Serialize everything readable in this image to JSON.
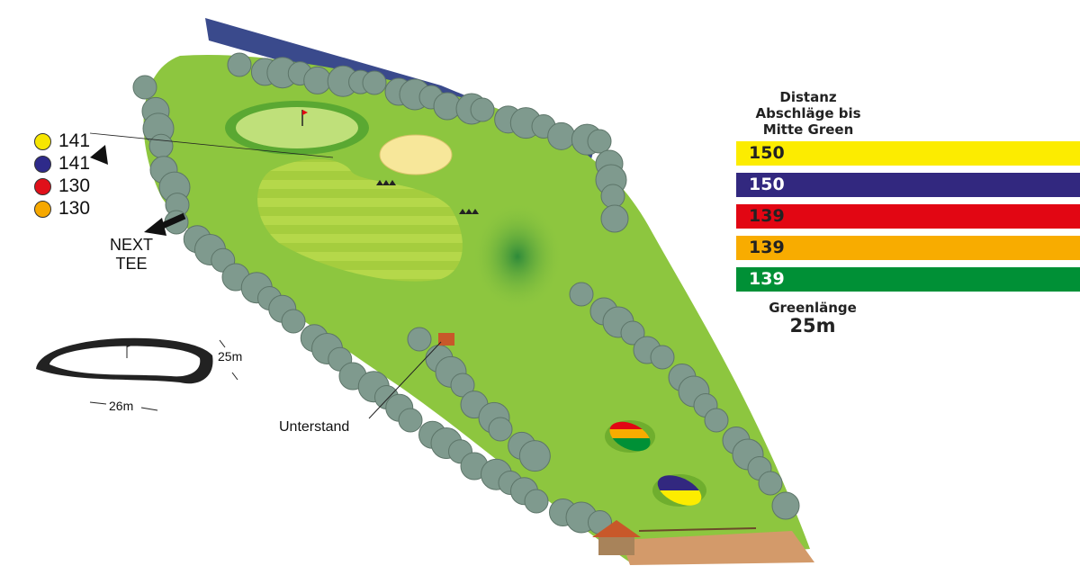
{
  "tee_legend": [
    {
      "color": "#f7e600",
      "value": "141"
    },
    {
      "color": "#2e2a8a",
      "value": "141"
    },
    {
      "color": "#e0101a",
      "value": "130"
    },
    {
      "color": "#f6a800",
      "value": "130"
    }
  ],
  "next_tee": {
    "line1": "NEXT",
    "line2": "TEE"
  },
  "distance_heading": {
    "line1": "Distanz",
    "line2": "Abschläge bis",
    "line3": "Mitte Green"
  },
  "distance_bars": [
    {
      "color": "#fcec00",
      "text_color": "#222",
      "value": "150"
    },
    {
      "color": "#32287f",
      "text_color": "#fff",
      "value": "150"
    },
    {
      "color": "#e20613",
      "text_color": "#222",
      "value": "139"
    },
    {
      "color": "#f8ac00",
      "text_color": "#222",
      "value": "139"
    },
    {
      "color": "#009036",
      "text_color": "#fff",
      "value": "139"
    }
  ],
  "green_length": {
    "label": "Greenlänge",
    "value": "25m"
  },
  "green_diagram": {
    "depth": "25m",
    "width": "26m"
  },
  "shelter_label": "Unterstand"
}
